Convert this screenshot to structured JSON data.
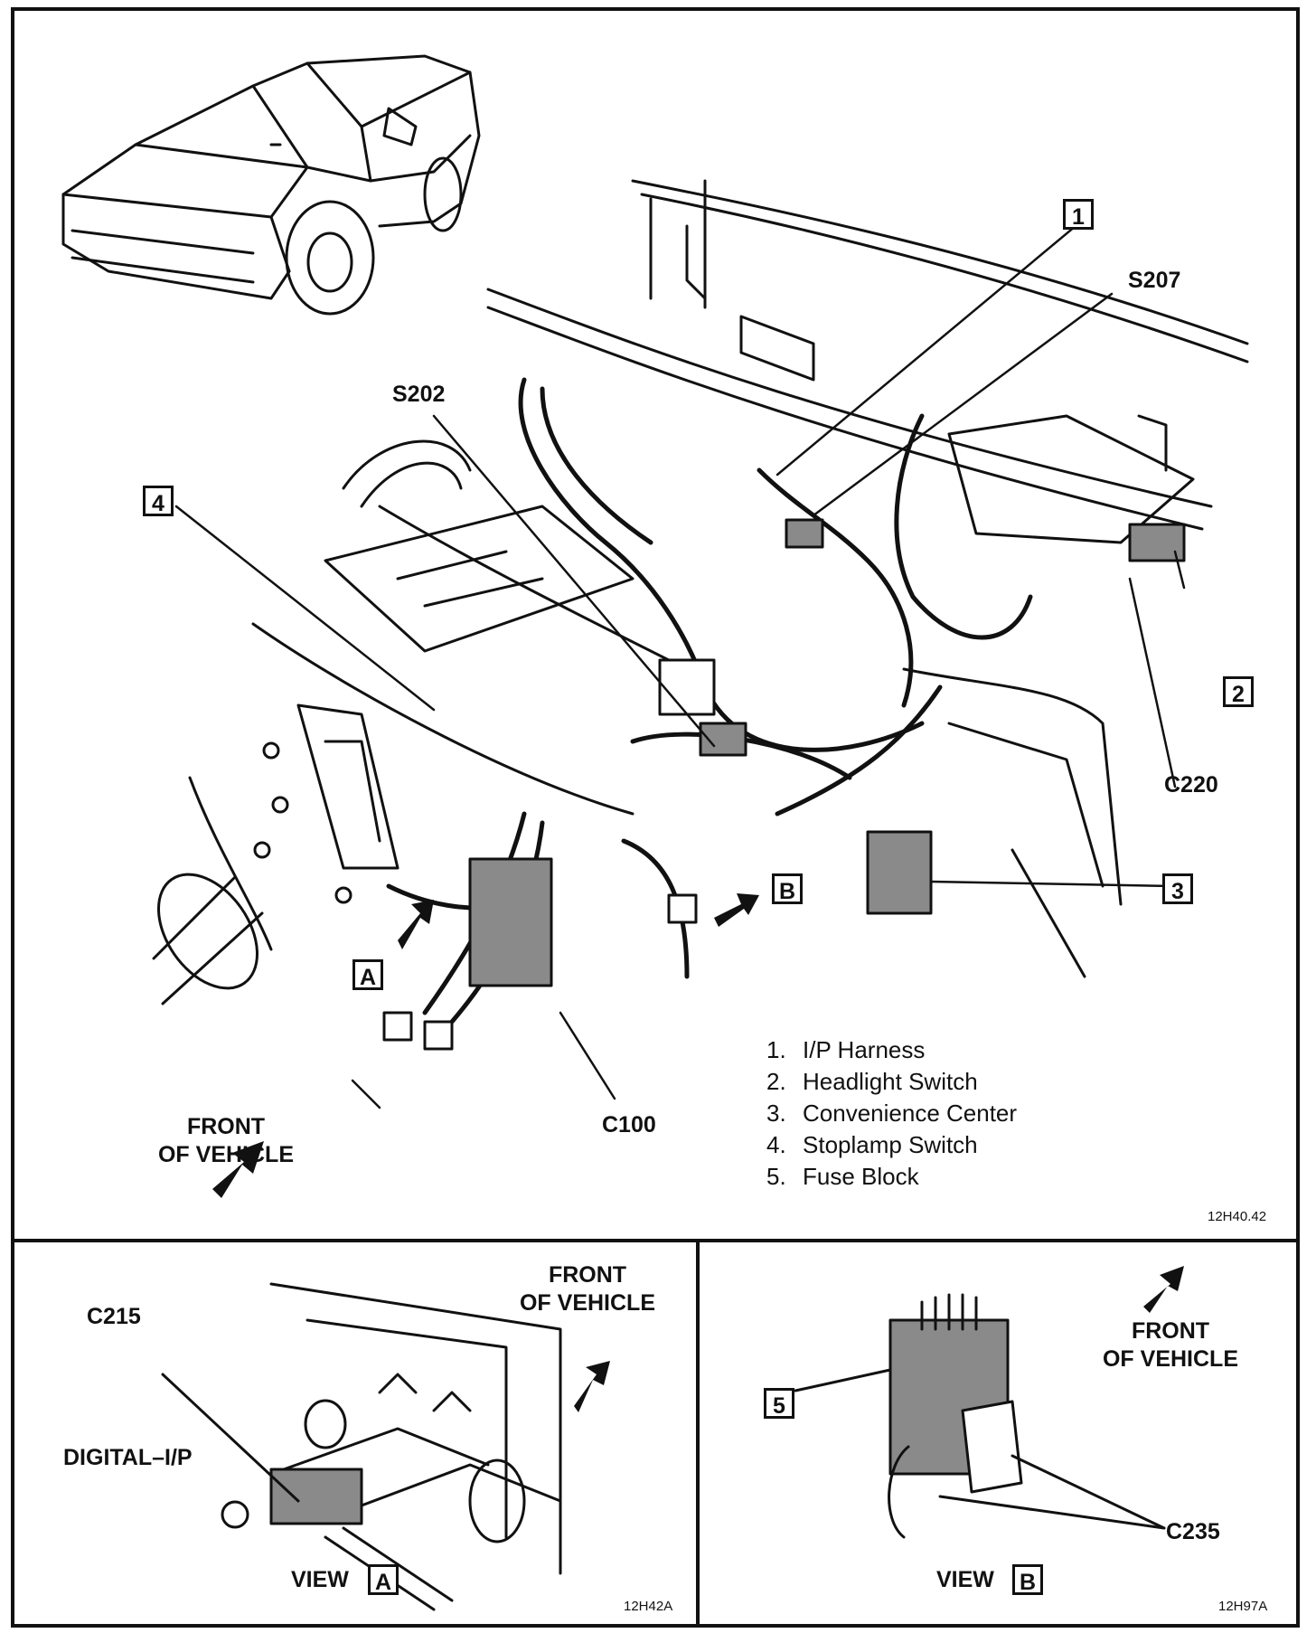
{
  "main": {
    "labels": {
      "s207": "S207",
      "s202": "S202",
      "c220": "C220",
      "c100": "C100",
      "front_line1": "FRONT",
      "front_line2": "OF VEHICLE"
    },
    "callouts": {
      "n1": "1",
      "n2": "2",
      "n3": "3",
      "n4": "4",
      "a": "A",
      "b": "B"
    },
    "legend": [
      {
        "num": "1.",
        "text": "I/P Harness"
      },
      {
        "num": "2.",
        "text": "Headlight Switch"
      },
      {
        "num": "3.",
        "text": "Convenience Center"
      },
      {
        "num": "4.",
        "text": "Stoplamp Switch"
      },
      {
        "num": "5.",
        "text": "Fuse Block"
      }
    ],
    "figure_code": "12H40.42"
  },
  "view_a": {
    "c215": "C215",
    "digital": "DIGITAL–I/P",
    "front_line1": "FRONT",
    "front_line2": "OF VEHICLE",
    "view_word": "VIEW",
    "view_letter": "A",
    "figure_code": "12H42A"
  },
  "view_b": {
    "front_line1": "FRONT",
    "front_line2": "OF VEHICLE",
    "callout5": "5",
    "c235": "C235",
    "view_word": "VIEW",
    "view_letter": "B",
    "figure_code": "12H97A"
  },
  "colors": {
    "ink": "#111111",
    "shade": "#8a8a8a",
    "paper": "#ffffff"
  }
}
